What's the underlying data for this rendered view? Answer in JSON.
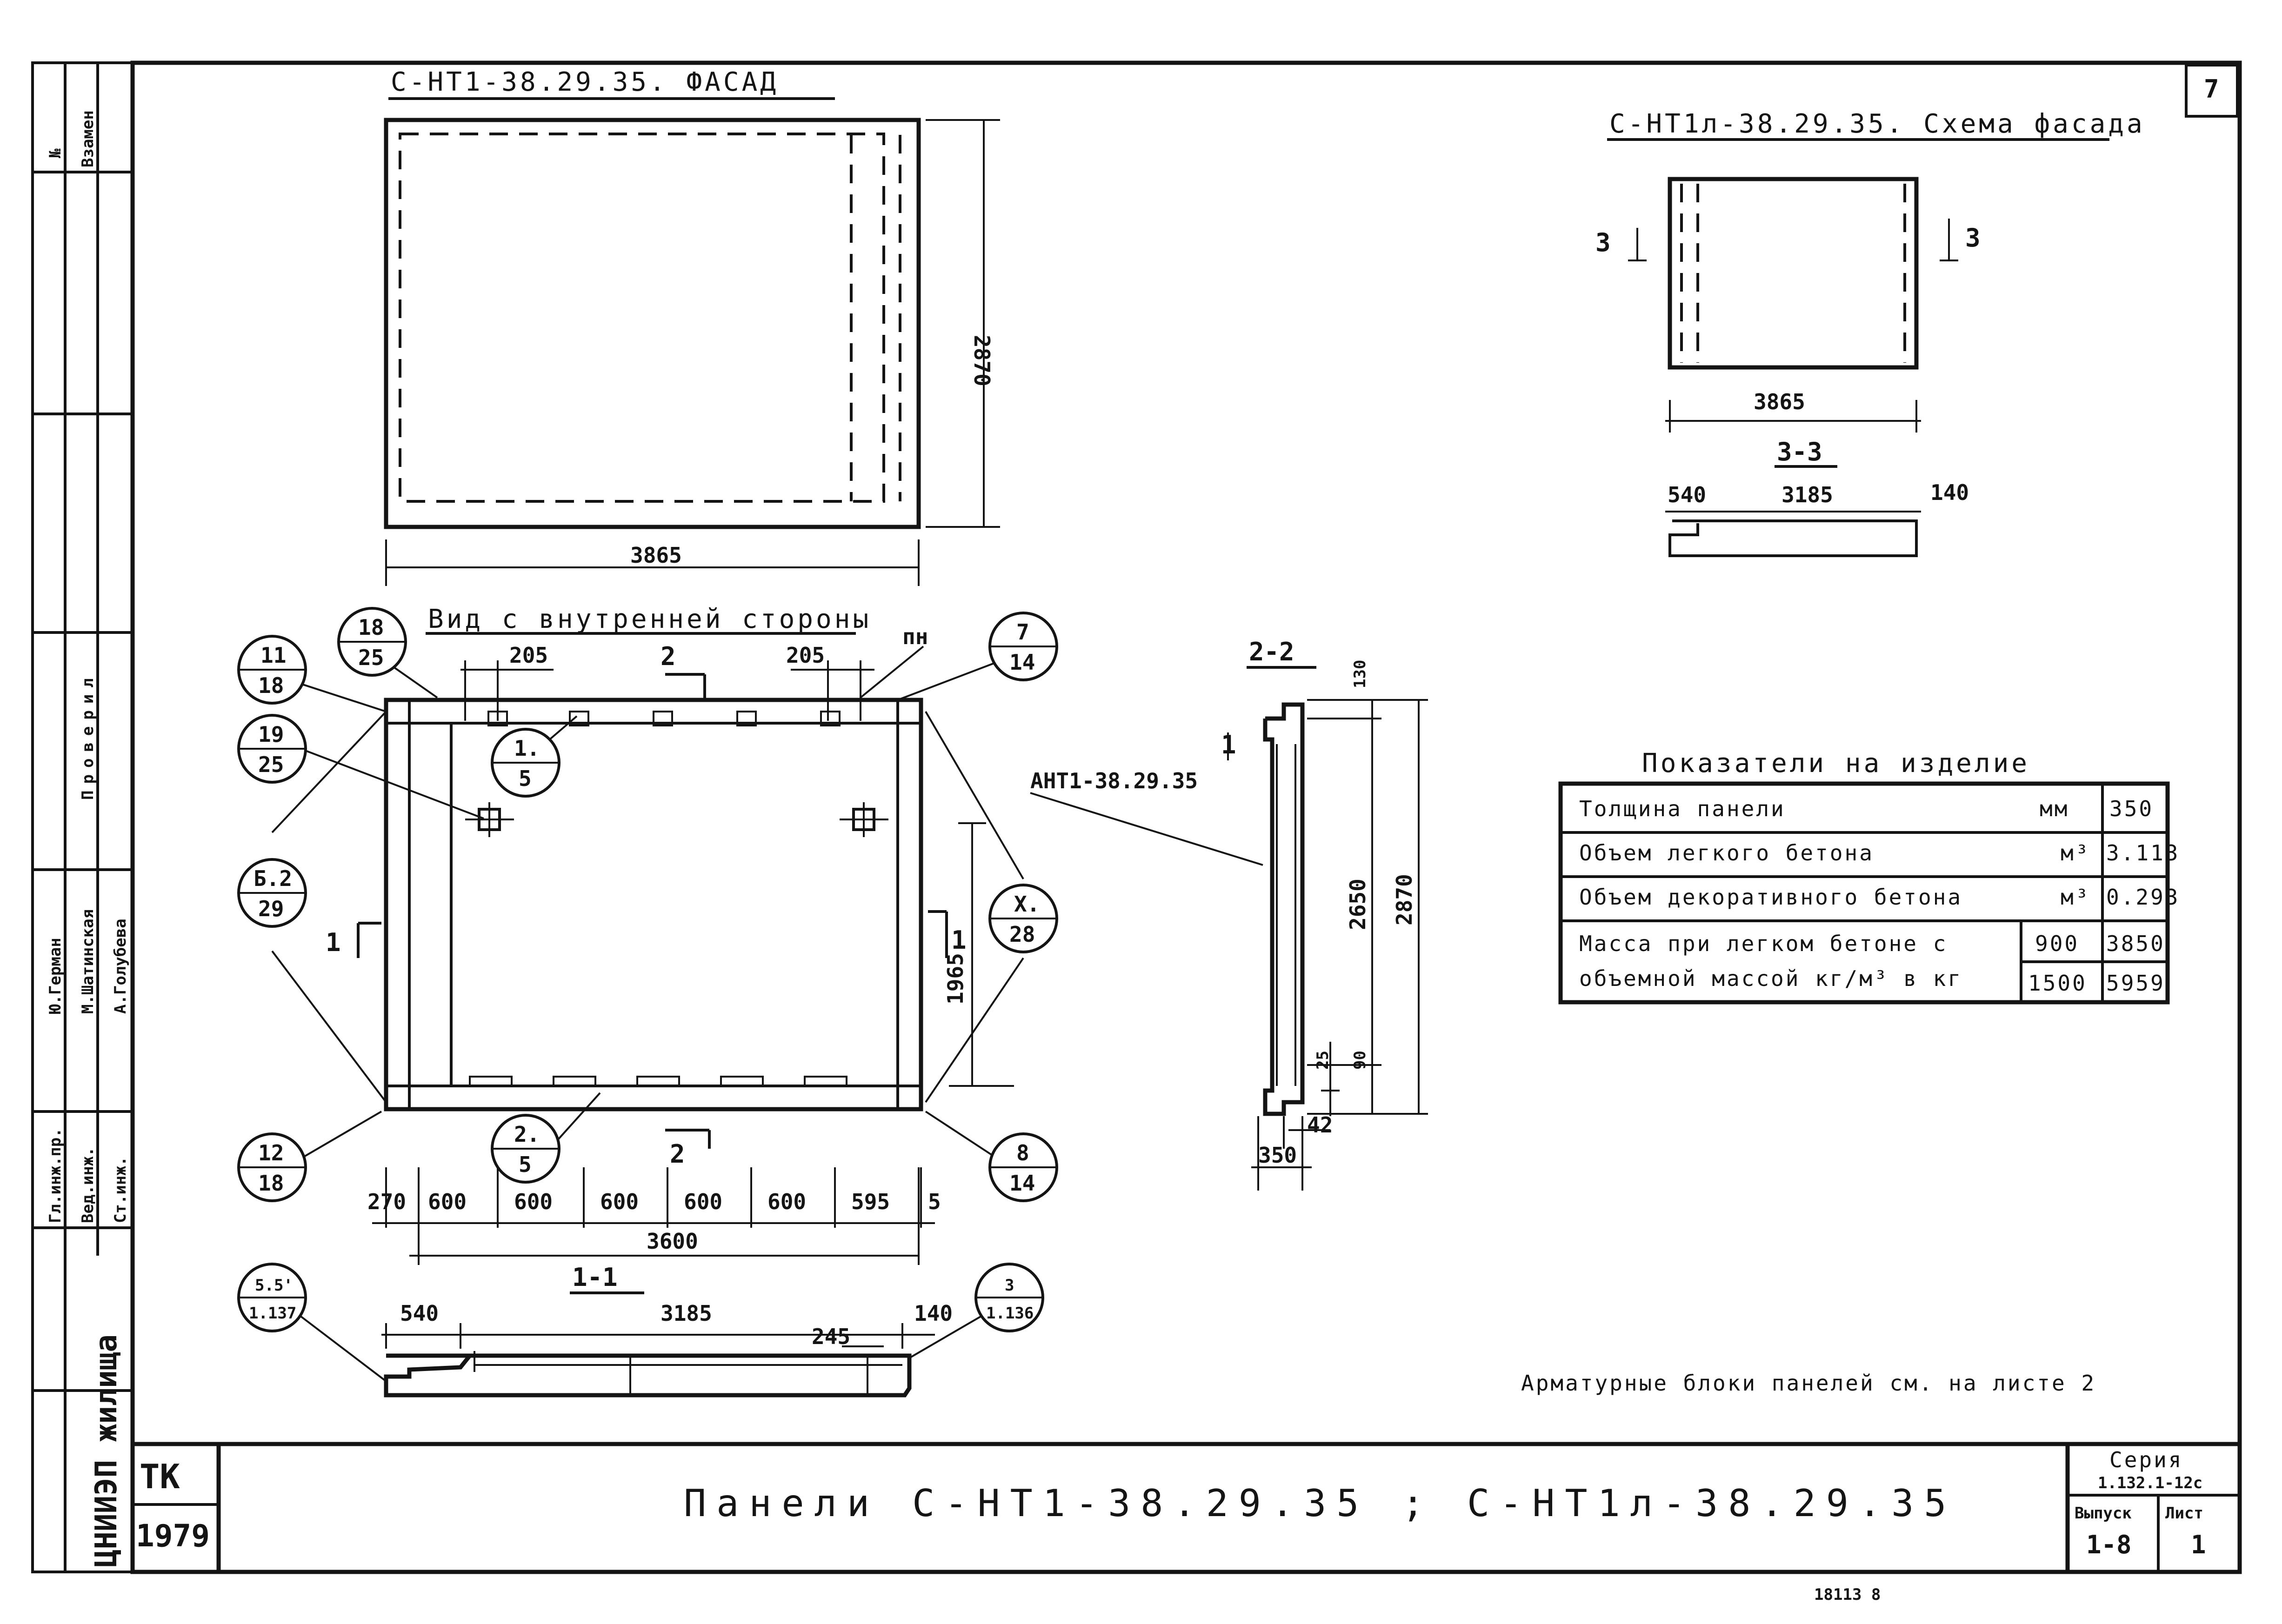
{
  "page_number": "7",
  "facade": {
    "title": "С-НТ1-38.29.35. ФАСАД",
    "width": "3865",
    "height": "2870"
  },
  "scheme": {
    "title": "С-НТ1л-38.29.35. Схема фасада",
    "width": "3865",
    "cut_left": "3",
    "cut_right": "3",
    "section_title": "3-3",
    "dim_left": "540",
    "dim_mid": "3185",
    "dim_right": "140"
  },
  "inner_view": {
    "title": "Вид с внутренней стороны",
    "dim_top_left": "205",
    "dim_top_right": "205",
    "cut_top": "2",
    "cut_bottom": "2",
    "cut_left": "1",
    "cut_right": "1",
    "pn": "пн",
    "dim_height": "1965",
    "bottom_dims": [
      "270",
      "600",
      "600",
      "600",
      "600",
      "600",
      "595",
      "5"
    ],
    "total": "3600",
    "callouts": [
      {
        "top": "11",
        "bottom": "18"
      },
      {
        "top": "18",
        "bottom": "25"
      },
      {
        "top": "19",
        "bottom": "25"
      },
      {
        "top": "1.",
        "bottom": "5"
      },
      {
        "top": "7",
        "bottom": "14"
      },
      {
        "top": "Б.2",
        "bottom": "29"
      },
      {
        "top": "Х.",
        "bottom": "28"
      },
      {
        "top": "12",
        "bottom": "18"
      },
      {
        "top": "2.",
        "bottom": "5"
      },
      {
        "top": "8",
        "bottom": "14"
      }
    ]
  },
  "section_1": {
    "title": "1-1",
    "dim_left": "540",
    "dim_mid": "3185",
    "dim_right": "140",
    "dim_inner": "245",
    "callout_left": {
      "top": "5.5'",
      "bottom": "1.137"
    },
    "callout_right": {
      "top": "3",
      "bottom": "1.136"
    }
  },
  "section_2": {
    "title": "2-2",
    "label": "АНТ1-38.29.35",
    "dim_top": "130",
    "dim_inner": "2650",
    "dim_total": "2870",
    "dim_25": "25",
    "dim_90": "90",
    "dim_42": "42",
    "dim_350": "350",
    "mark": "1"
  },
  "indicators": {
    "title": "Показатели на изделие",
    "rows": [
      {
        "name": "Толщина панели",
        "unit": "мм",
        "value": "350"
      },
      {
        "name": "Объем легкого бетона",
        "unit": "м³",
        "value": "3.113"
      },
      {
        "name": "Объем декоративного бетона",
        "unit": "м³",
        "value": "0.293"
      }
    ],
    "mass": {
      "name_line1": "Масса при легком бетоне с",
      "name_line2": "объемной массой кг/м³ в кг",
      "densities": [
        "900",
        "1500"
      ],
      "values": [
        "3850",
        "5959"
      ]
    }
  },
  "note": "Арматурные блоки панелей см. на листе 2",
  "title_block": {
    "title": "Панели  С-НТ1-38.29.35 ; С-НТ1л-38.29.35",
    "tk": "ТК",
    "year": "1979",
    "series_label": "Серия",
    "series_value": "1.132.1-12с",
    "issue_label": "Выпуск",
    "issue_value": "1-8",
    "sheet_label": "Лист",
    "sheet_value": "1",
    "bottom_note": "18113    8"
  },
  "side_stamp": {
    "org": "ЦНИИЭП жилища",
    "check": "Проверил",
    "roles": [
      "Гл.инж.пр.",
      "Вед.инж.",
      "Ст.инж."
    ],
    "names": [
      "Ю.Герман",
      "М.Шатинская",
      "А.Голубева"
    ],
    "cols": [
      "№",
      "Взамен"
    ]
  }
}
